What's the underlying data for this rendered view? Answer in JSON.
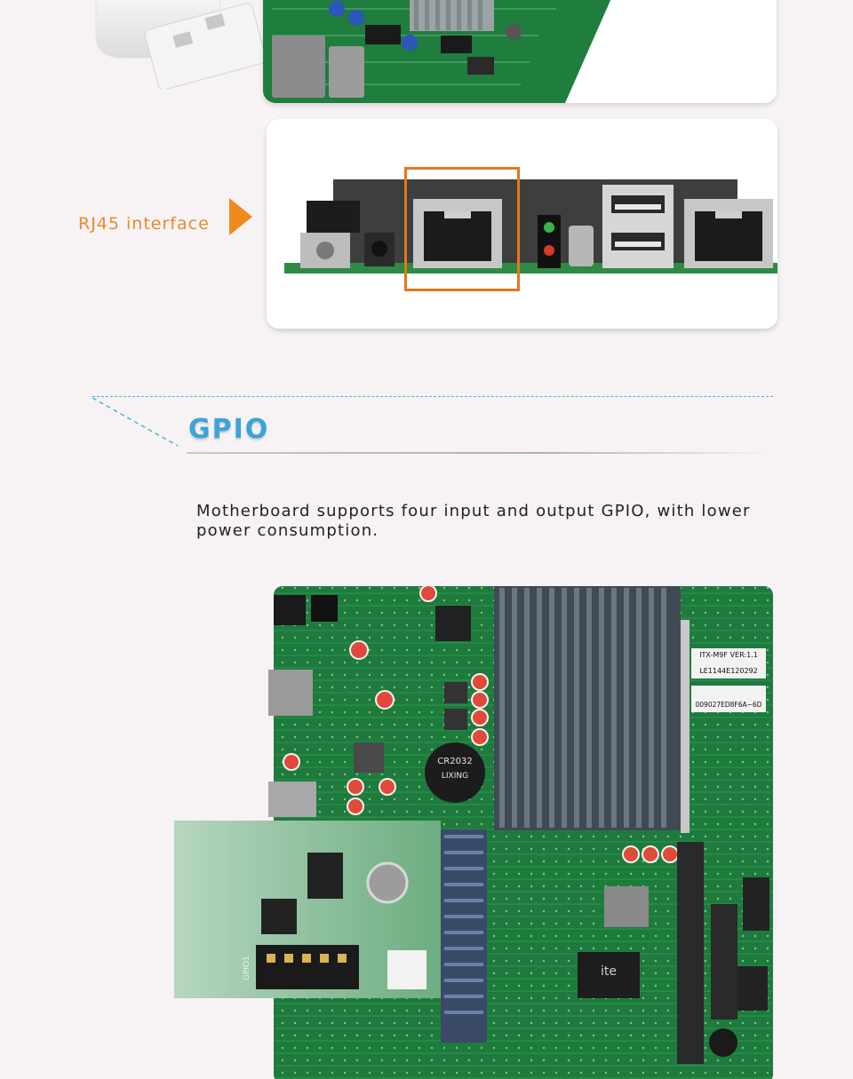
{
  "rj45": {
    "label": "RJ45 interface"
  },
  "gpio_section": {
    "title": "GPIO",
    "description": "Motherboard supports four input and output GPIO, with lower power consumption."
  },
  "board_labels": {
    "version": "ITX-M9F VER:1.1",
    "serial": "LE1144E120292",
    "mac": "009027ED8F6A~6D",
    "battery": "CR2032",
    "battery_brand": "LIXING",
    "chip": "ite",
    "gpio_silk": "GPIO1"
  },
  "colors": {
    "accent_orange": "#e88a2a",
    "gpio_blue": "#3aa4d8",
    "dash_blue": "#4bb7d4",
    "pcb_green": "#1e7a3c"
  }
}
